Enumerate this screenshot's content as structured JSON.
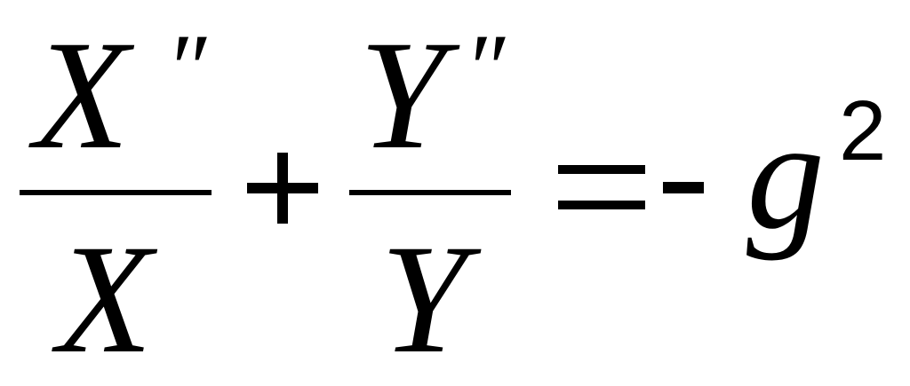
{
  "equation": {
    "left_fraction": {
      "numerator": "X",
      "numerator_mark": "″",
      "denominator": "X"
    },
    "operator_plus": "+",
    "right_fraction": {
      "numerator": "Y",
      "numerator_mark": "″",
      "denominator": "Y"
    },
    "operator_equals": "=",
    "operator_minus": "-",
    "variable": "g",
    "exponent": "2"
  }
}
